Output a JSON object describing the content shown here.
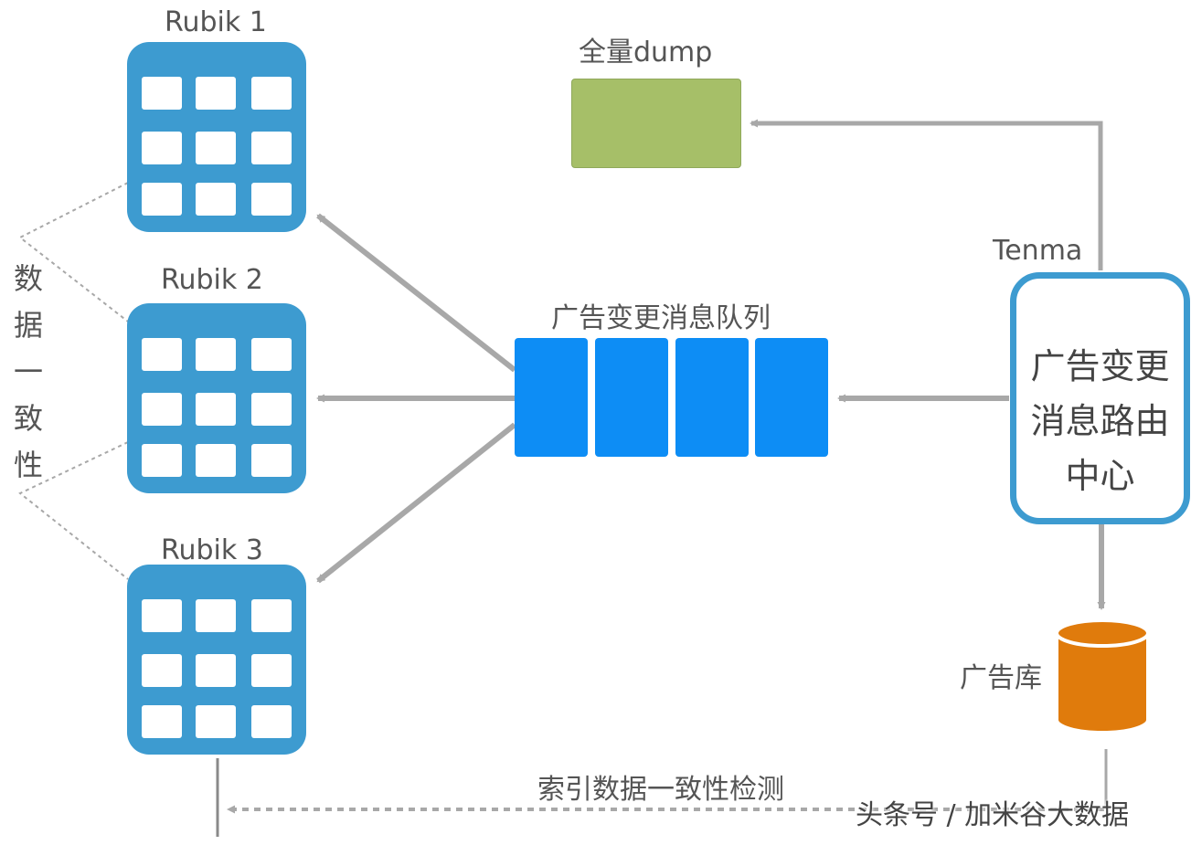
{
  "rubiks": [
    {
      "label": "Rubik 1"
    },
    {
      "label": "Rubik 2"
    },
    {
      "label": "Rubik 3"
    }
  ],
  "consistency_label": [
    "数",
    "据",
    "一",
    "致",
    "性"
  ],
  "queue": {
    "label": "广告变更消息队列"
  },
  "dump": {
    "label": "全量dump"
  },
  "tenma": {
    "label": "Tenma"
  },
  "router": {
    "label": "广告变更\n消息路由\n中心"
  },
  "ad_db": {
    "label": "广告库"
  },
  "check": {
    "label": "索引数据一致性检测"
  },
  "watermark": "头条号 / 加米谷大数据",
  "colors": {
    "rubik_blue": "#3d9bd0",
    "queue_blue": "#0d8df5",
    "dump_green": "#a6bf68",
    "db_orange": "#e07b0c",
    "arrow_gray": "#a8a8a8"
  }
}
